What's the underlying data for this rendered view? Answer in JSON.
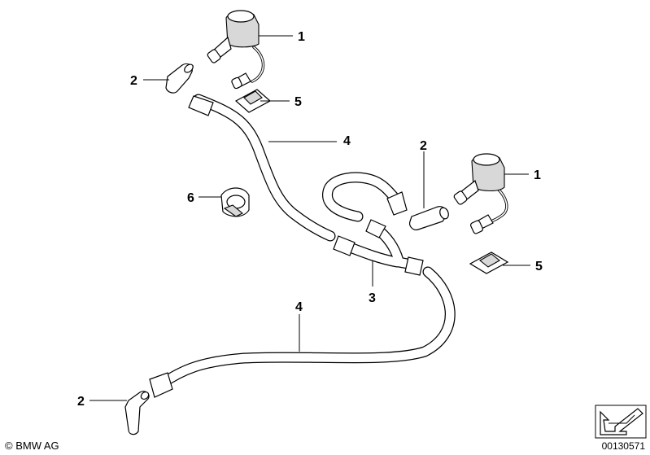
{
  "callouts": {
    "c1_top": "1",
    "c1_right": "1",
    "c2_top_left": "2",
    "c2_middle": "2",
    "c2_bottom": "2",
    "c3": "3",
    "c4_upper": "4",
    "c4_lower": "4",
    "c5_top": "5",
    "c5_right": "5",
    "c6": "6"
  },
  "footer": {
    "copyright": "© BMW AG",
    "drawing_number": "00130571"
  }
}
